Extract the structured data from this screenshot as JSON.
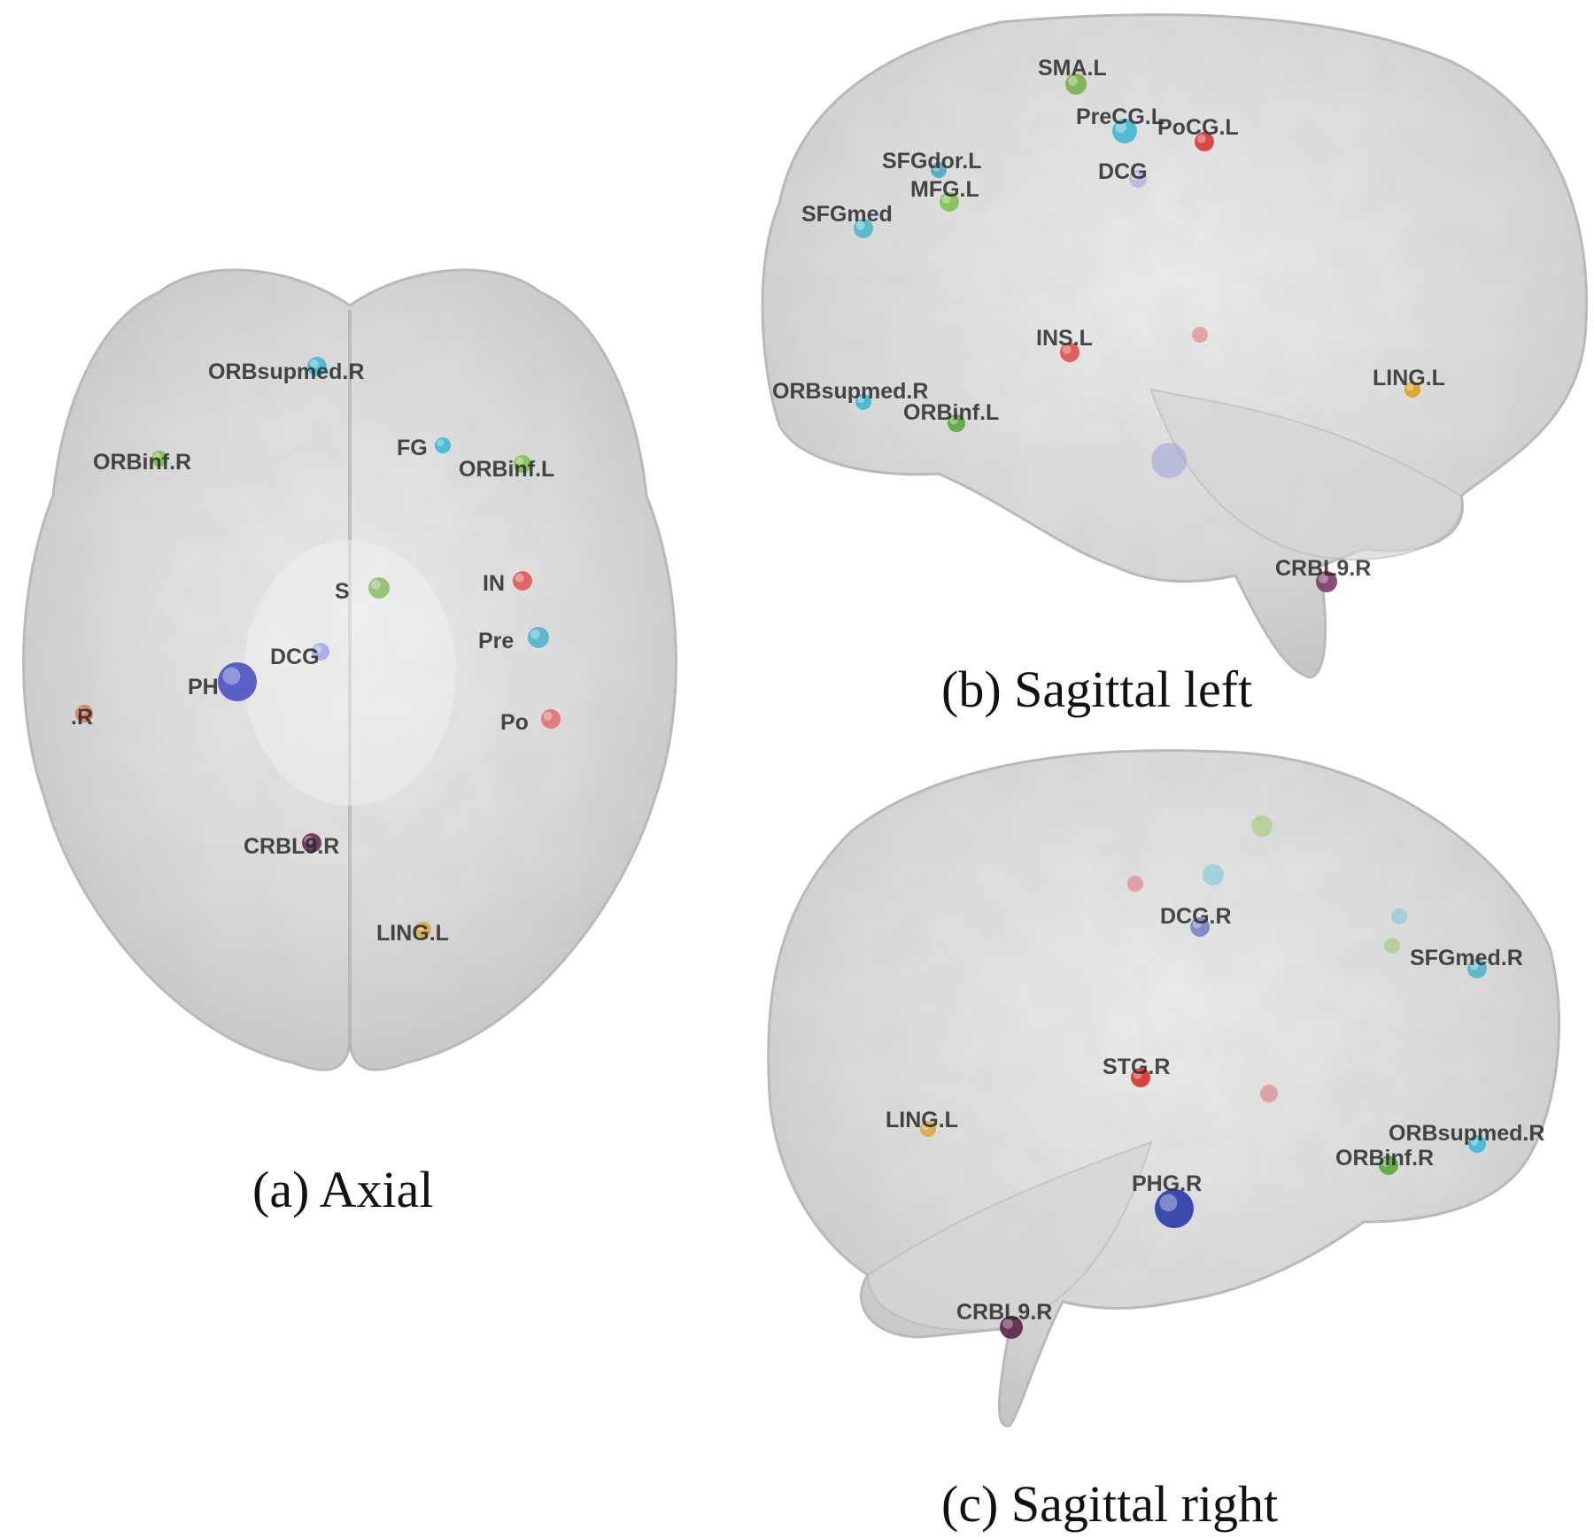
{
  "panels": {
    "axial": {
      "caption": "(a) Axial",
      "nodes": [
        {
          "label": "ORBsupmed.R",
          "color": "#3fb8d3",
          "size": 11
        },
        {
          "label": "ORBinf.R",
          "color": "#7bc24a",
          "size": 9
        },
        {
          "label": "ORBinf.L",
          "color": "#7bc24a",
          "size": 10
        },
        {
          "label": "FG",
          "color": "#3fb8d3",
          "size": 9
        },
        {
          "label": "S",
          "color": "#8fbf6a",
          "size": 12
        },
        {
          "label": "IN",
          "color": "#e05a5a",
          "size": 11
        },
        {
          "label": "Pre",
          "color": "#4fb6c9",
          "size": 12
        },
        {
          "label": "DCG",
          "color": "#a9a8e0",
          "size": 10
        },
        {
          "label": "PH",
          "color": "#4a52c0",
          "size": 22
        },
        {
          "label": ".R",
          "color": "#e07a5a",
          "size": 10
        },
        {
          "label": "Po",
          "color": "#e07070",
          "size": 11
        },
        {
          "label": "CRBL9.R",
          "color": "#6a2a5a",
          "size": 11
        },
        {
          "label": "LING.L",
          "color": "#d9a840",
          "size": 9
        }
      ]
    },
    "sagittal_left": {
      "caption": "(b) Sagittal left",
      "nodes": [
        {
          "label": "SMA.L",
          "color": "#7bb04a",
          "size": 12
        },
        {
          "label": "PreCG.L",
          "color": "#3fb8d3",
          "size": 14
        },
        {
          "label": "PoCG.L",
          "color": "#d83838",
          "size": 11
        },
        {
          "label": "SFGdor.L",
          "color": "#4fa8c0",
          "size": 9
        },
        {
          "label": "MFG.L",
          "color": "#7bc24a",
          "size": 11
        },
        {
          "label": "SFGmed",
          "color": "#4fb6c9",
          "size": 11
        },
        {
          "label": "DCG",
          "color": "#b9b8e0",
          "size": 10
        },
        {
          "label": "INS.L",
          "color": "#e05050",
          "size": 11
        },
        {
          "label": "ORBsupmed.R",
          "color": "#3fb8d3",
          "size": 9
        },
        {
          "label": "ORBinf.L",
          "color": "#5aa83a",
          "size": 10
        },
        {
          "label": "LING.L",
          "color": "#e0a020",
          "size": 9
        },
        {
          "label": "CRBL9.R",
          "color": "#7a3a6a",
          "size": 12
        }
      ]
    },
    "sagittal_right": {
      "caption": "(c) Sagittal right",
      "nodes": [
        {
          "label": "DCG.R",
          "color": "#7a80c8",
          "size": 11
        },
        {
          "label": "SFGmed.R",
          "color": "#4fb6c9",
          "size": 11
        },
        {
          "label": "STG.R",
          "color": "#d83030",
          "size": 11
        },
        {
          "label": "LING.L",
          "color": "#d9a840",
          "size": 9
        },
        {
          "label": "ORBsupmed.R",
          "color": "#3fb8d3",
          "size": 10
        },
        {
          "label": "ORBinf.R",
          "color": "#5aa83a",
          "size": 11
        },
        {
          "label": "PHG.R",
          "color": "#2a3aa8",
          "size": 22
        },
        {
          "label": "CRBL9.R",
          "color": "#5a2048",
          "size": 13
        }
      ]
    }
  }
}
